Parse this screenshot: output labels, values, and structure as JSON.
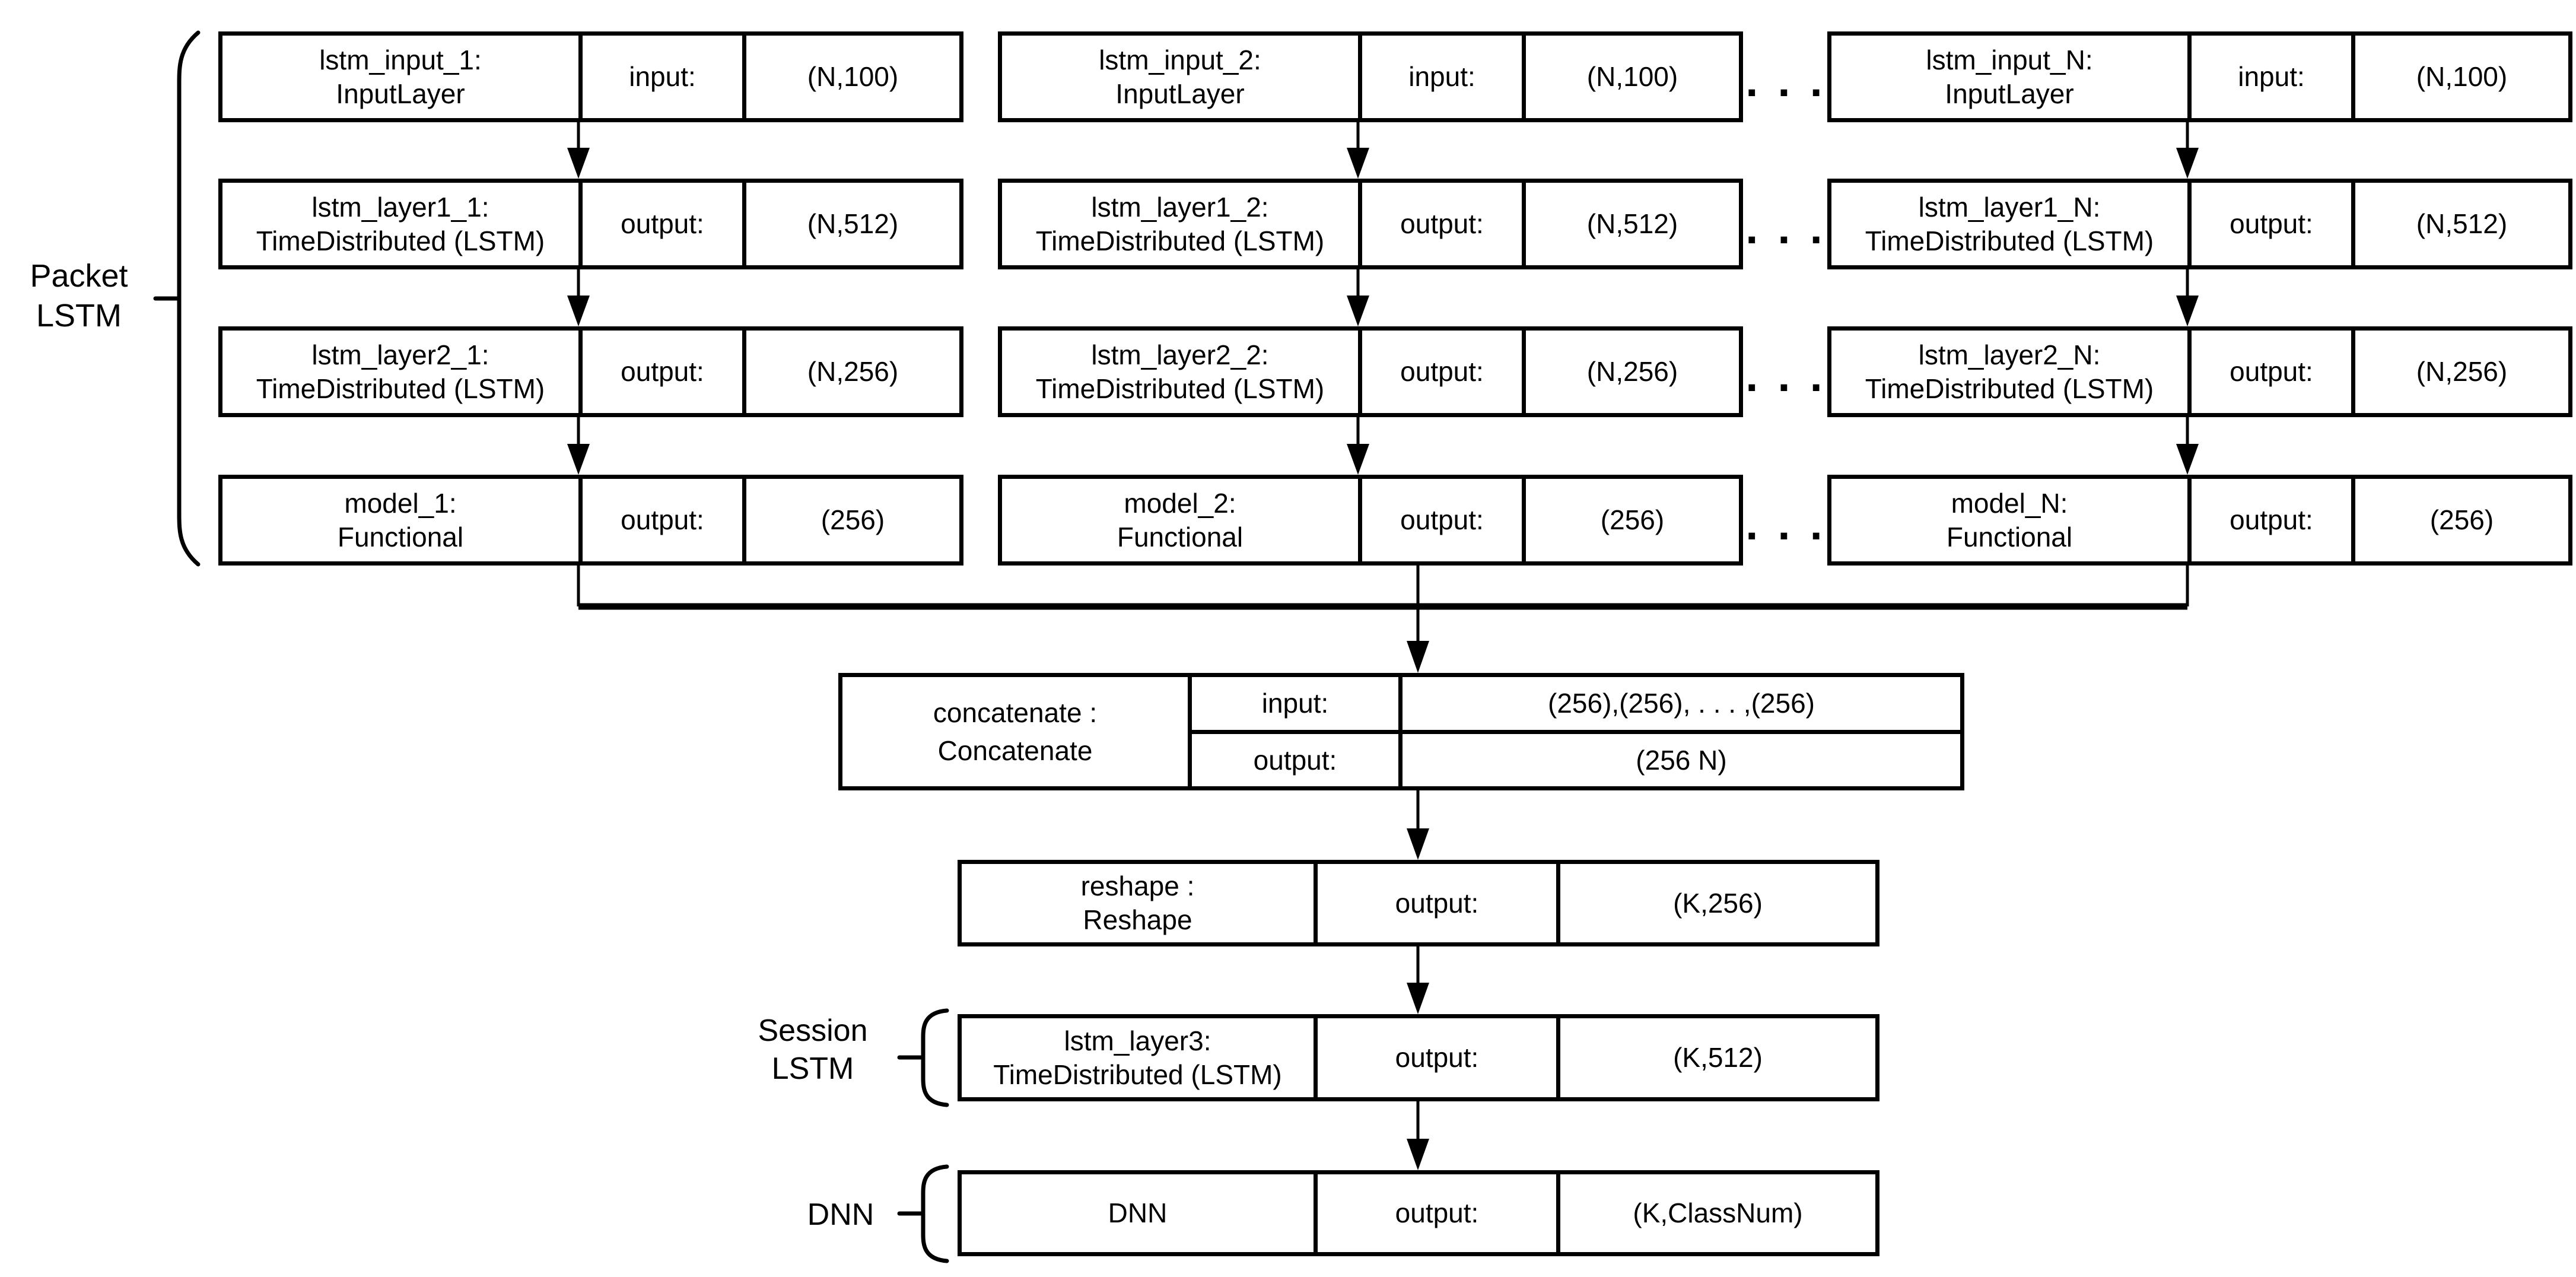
{
  "colors": {
    "ink": "#000000",
    "background": "#ffffff"
  },
  "packet_lstm": {
    "brace_label": {
      "line1": "Packet",
      "line2": "LSTM"
    },
    "ellipsis": ". . .",
    "columns": [
      {
        "id": "1",
        "boxes": [
          {
            "name": "lstm_input_1:",
            "type": "InputLayer",
            "io": "input:",
            "shape": "(N,100)"
          },
          {
            "name": "lstm_layer1_1:",
            "type": "TimeDistributed (LSTM)",
            "io": "output:",
            "shape": "(N,512)"
          },
          {
            "name": "lstm_layer2_1:",
            "type": "TimeDistributed (LSTM)",
            "io": "output:",
            "shape": "(N,256)"
          },
          {
            "name": "model_1:",
            "type": "Functional",
            "io": "output:",
            "shape": "(256)"
          }
        ]
      },
      {
        "id": "2",
        "boxes": [
          {
            "name": "lstm_input_2:",
            "type": "InputLayer",
            "io": "input:",
            "shape": "(N,100)"
          },
          {
            "name": "lstm_layer1_2:",
            "type": "TimeDistributed (LSTM)",
            "io": "output:",
            "shape": "(N,512)"
          },
          {
            "name": "lstm_layer2_2:",
            "type": "TimeDistributed (LSTM)",
            "io": "output:",
            "shape": "(N,256)"
          },
          {
            "name": "model_2:",
            "type": "Functional",
            "io": "output:",
            "shape": "(256)"
          }
        ]
      },
      {
        "id": "N",
        "boxes": [
          {
            "name": "lstm_input_N:",
            "type": "InputLayer",
            "io": "input:",
            "shape": "(N,100)"
          },
          {
            "name": "lstm_layer1_N:",
            "type": "TimeDistributed (LSTM)",
            "io": "output:",
            "shape": "(N,512)"
          },
          {
            "name": "lstm_layer2_N:",
            "type": "TimeDistributed (LSTM)",
            "io": "output:",
            "shape": "(N,256)"
          },
          {
            "name": "model_N:",
            "type": "Functional",
            "io": "output:",
            "shape": "(256)"
          }
        ]
      }
    ]
  },
  "concatenate": {
    "name": "concatenate :",
    "type": "Concatenate",
    "rows": [
      {
        "io": "input:",
        "shape": "(256),(256), . . . ,(256)"
      },
      {
        "io": "output:",
        "shape": "(256 N)"
      }
    ]
  },
  "reshape": {
    "name": "reshape :",
    "type": "Reshape",
    "io": "output:",
    "shape": "(K,256)"
  },
  "session_lstm": {
    "brace_label": {
      "line1": "Session",
      "line2": "LSTM"
    },
    "box": {
      "name": "lstm_layer3:",
      "type": "TimeDistributed (LSTM)",
      "io": "output:",
      "shape": "(K,512)"
    }
  },
  "dnn": {
    "brace_label": "DNN",
    "box": {
      "name": "DNN",
      "io": "output:",
      "shape": "(K,ClassNum)"
    }
  }
}
